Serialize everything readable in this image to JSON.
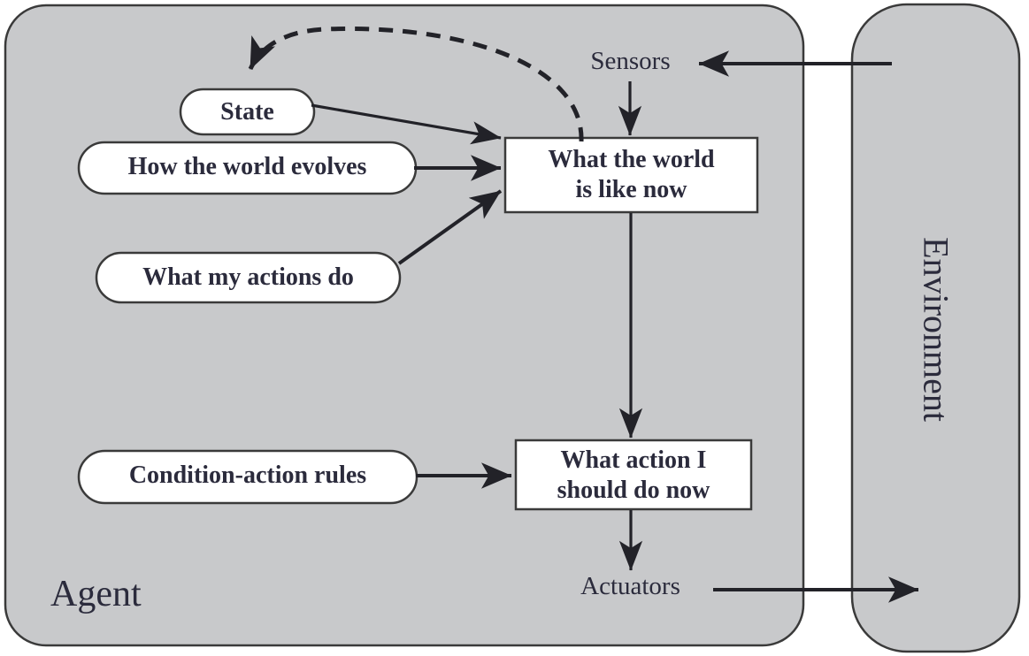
{
  "figure": {
    "type": "model-based-reflex-agent-diagram",
    "colors": {
      "panel_gray": "#c8c9cb",
      "node_white": "#ffffff",
      "stroke_dark": "#3a3a3a",
      "text_dark": "#2b2b3c",
      "background": "#ffffff"
    }
  },
  "panels": {
    "agent": {
      "label": "Agent"
    },
    "environment": {
      "label": "Environment"
    }
  },
  "io_labels": {
    "sensors": "Sensors",
    "actuators": "Actuators"
  },
  "knowledge_nodes": [
    {
      "id": "state",
      "label": "State",
      "shape": "rounded-pill"
    },
    {
      "id": "how-the-world-evolves",
      "label": "How the world evolves",
      "shape": "rounded-pill"
    },
    {
      "id": "what-my-actions-do",
      "label": "What my actions do",
      "shape": "rounded-pill"
    },
    {
      "id": "condition-action-rules",
      "label": "Condition-action rules",
      "shape": "rounded-pill"
    }
  ],
  "process_boxes": [
    {
      "id": "what-the-world-is-like-now",
      "line1": "What the world",
      "line2": "is like now",
      "shape": "rectangle"
    },
    {
      "id": "what-action-i-should-do-now",
      "line1": "What action I",
      "line2": "should do now",
      "shape": "rectangle"
    }
  ],
  "edges": [
    {
      "id": "environment-to-sensors",
      "style": "solid",
      "direction": "left"
    },
    {
      "id": "sensors-to-world-state",
      "style": "solid",
      "direction": "down"
    },
    {
      "id": "state-to-world-state",
      "style": "solid",
      "direction": "right"
    },
    {
      "id": "how-world-evolves-to-world-state",
      "style": "solid",
      "direction": "right"
    },
    {
      "id": "what-my-actions-do-to-world-state",
      "style": "solid",
      "direction": "up-right"
    },
    {
      "id": "world-state-to-state-feedback",
      "style": "dashed",
      "direction": "left"
    },
    {
      "id": "world-state-to-action-choice",
      "style": "solid",
      "direction": "down"
    },
    {
      "id": "condition-action-rules-to-action-choice",
      "style": "solid",
      "direction": "right"
    },
    {
      "id": "action-choice-to-actuators",
      "style": "solid",
      "direction": "down"
    },
    {
      "id": "actuators-to-environment",
      "style": "solid",
      "direction": "right"
    }
  ]
}
